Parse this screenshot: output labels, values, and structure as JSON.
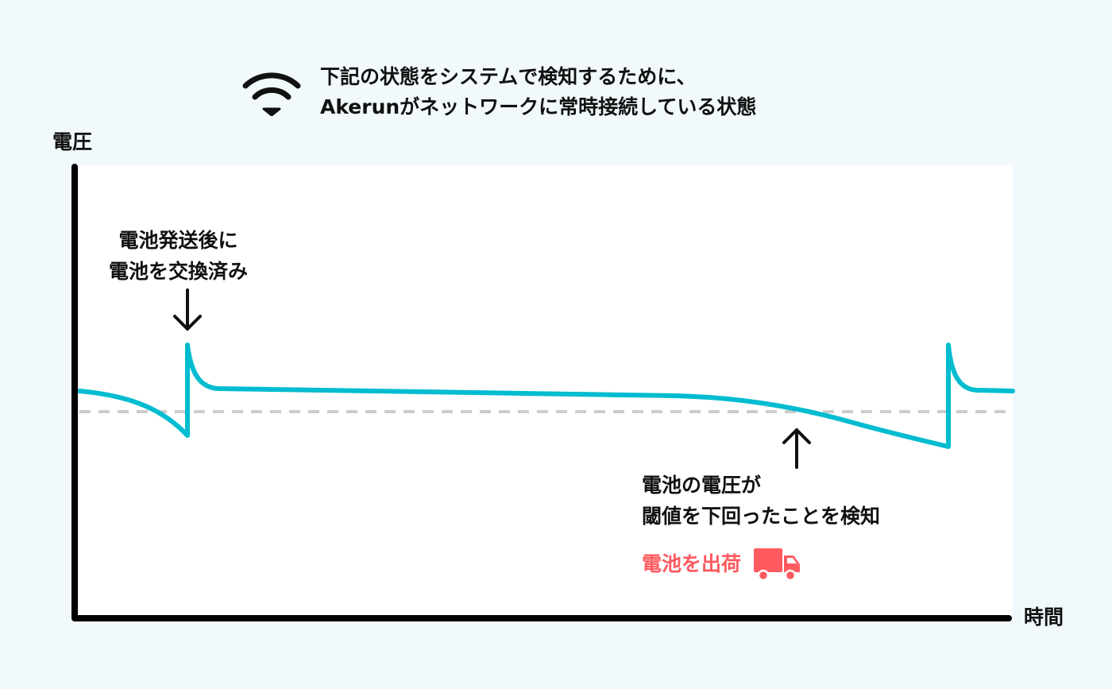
{
  "header": {
    "line1": "下記の状態をシステムで検知するために、",
    "line2": "Akerunがネットワークに常時接続している状態",
    "icon": "wifi-icon"
  },
  "axes": {
    "y_label": "電圧",
    "x_label": "時間"
  },
  "annotations": {
    "replaced": {
      "line1": "電池発送後に",
      "line2": "電池を交換済み"
    },
    "detected": {
      "line1": "電池の電圧が",
      "line2": "閾値を下回ったことを検知"
    },
    "shipping": {
      "label": "電池を出荷",
      "icon": "truck-icon"
    }
  },
  "colors": {
    "voltage_line": "#00bcd0",
    "threshold_line": "#cccccc",
    "shipping": "#ff5a5f",
    "axis": "#000000",
    "background": "#f1f9fc",
    "plot": "#ffffff"
  }
}
